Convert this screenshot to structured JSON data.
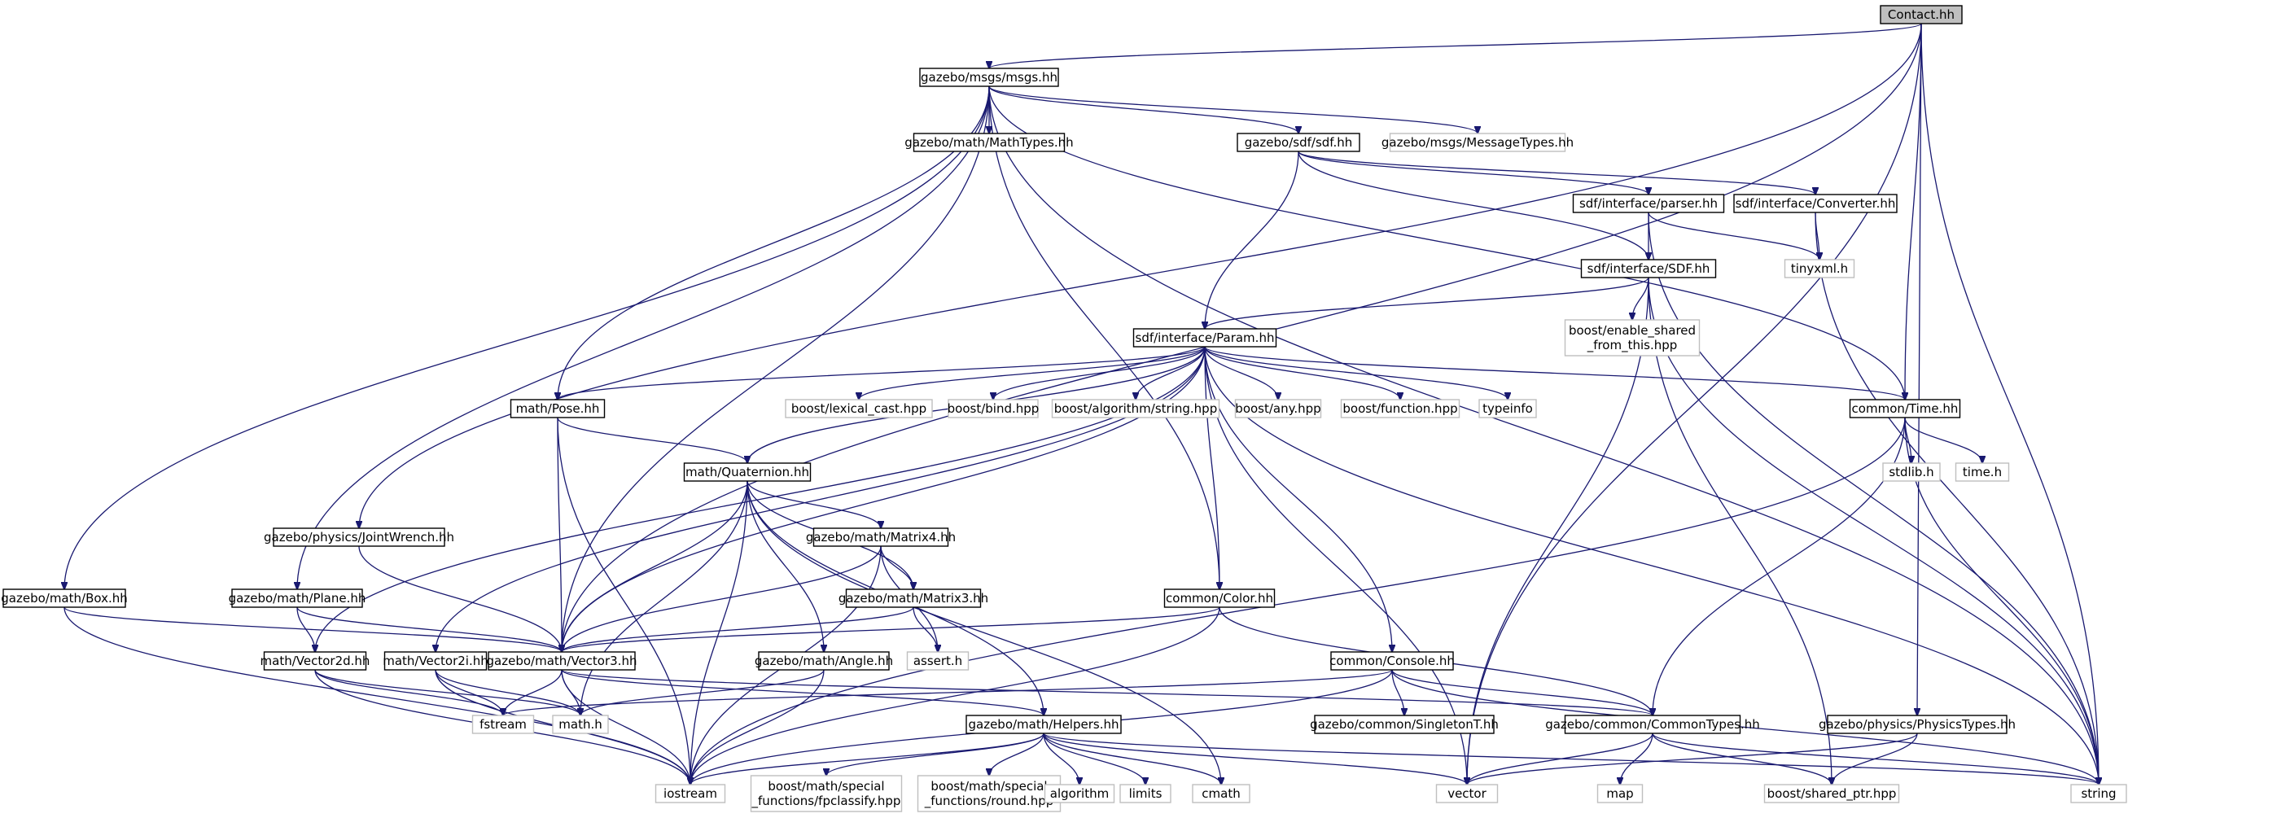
{
  "colors": {
    "edge": "#191970",
    "node_border": "#000000",
    "external_border": "#bfbfbf",
    "root_fill": "#bfbfbf",
    "node_fill": "#ffffff",
    "text": "#000000"
  },
  "nodes": [
    {
      "id": "contact",
      "kind": "root",
      "lines": [
        "Contact.hh"
      ]
    },
    {
      "id": "msgs",
      "kind": "local",
      "lines": [
        "gazebo/msgs/msgs.hh"
      ]
    },
    {
      "id": "mathtypes",
      "kind": "local",
      "lines": [
        "gazebo/math/MathTypes.hh"
      ]
    },
    {
      "id": "sdfsdf",
      "kind": "local",
      "lines": [
        "gazebo/sdf/sdf.hh"
      ]
    },
    {
      "id": "messagetypes",
      "kind": "external",
      "lines": [
        "gazebo/msgs/MessageTypes.hh"
      ]
    },
    {
      "id": "parser",
      "kind": "local",
      "lines": [
        "sdf/interface/parser.hh"
      ]
    },
    {
      "id": "converter",
      "kind": "local",
      "lines": [
        "sdf/interface/Converter.hh"
      ]
    },
    {
      "id": "sdfh",
      "kind": "local",
      "lines": [
        "sdf/interface/SDF.hh"
      ]
    },
    {
      "id": "tinyxml",
      "kind": "external",
      "lines": [
        "tinyxml.h"
      ]
    },
    {
      "id": "enable_shared",
      "kind": "external",
      "lines": [
        "boost/enable_shared",
        "_from_this.hpp"
      ]
    },
    {
      "id": "param",
      "kind": "local",
      "lines": [
        "sdf/interface/Param.hh"
      ]
    },
    {
      "id": "lexical",
      "kind": "external",
      "lines": [
        "boost/lexical_cast.hpp"
      ]
    },
    {
      "id": "bind",
      "kind": "external",
      "lines": [
        "boost/bind.hpp"
      ]
    },
    {
      "id": "algstring",
      "kind": "external",
      "lines": [
        "boost/algorithm/string.hpp"
      ]
    },
    {
      "id": "any",
      "kind": "external",
      "lines": [
        "boost/any.hpp"
      ]
    },
    {
      "id": "function",
      "kind": "external",
      "lines": [
        "boost/function.hpp"
      ]
    },
    {
      "id": "typeinfo",
      "kind": "external",
      "lines": [
        "typeinfo"
      ]
    },
    {
      "id": "time",
      "kind": "local",
      "lines": [
        "common/Time.hh"
      ]
    },
    {
      "id": "stdlib",
      "kind": "external",
      "lines": [
        "stdlib.h"
      ]
    },
    {
      "id": "timeh",
      "kind": "external",
      "lines": [
        "time.h"
      ]
    },
    {
      "id": "pose",
      "kind": "local",
      "lines": [
        "math/Pose.hh"
      ]
    },
    {
      "id": "quaternion",
      "kind": "local",
      "lines": [
        "math/Quaternion.hh"
      ]
    },
    {
      "id": "jointwrench",
      "kind": "local",
      "lines": [
        "gazebo/physics/JointWrench.hh"
      ]
    },
    {
      "id": "matrix4",
      "kind": "local",
      "lines": [
        "gazebo/math/Matrix4.hh"
      ]
    },
    {
      "id": "matrix3",
      "kind": "local",
      "lines": [
        "gazebo/math/Matrix3.hh"
      ]
    },
    {
      "id": "color",
      "kind": "local",
      "lines": [
        "common/Color.hh"
      ]
    },
    {
      "id": "box",
      "kind": "local",
      "lines": [
        "gazebo/math/Box.hh"
      ]
    },
    {
      "id": "plane",
      "kind": "local",
      "lines": [
        "gazebo/math/Plane.hh"
      ]
    },
    {
      "id": "vector3",
      "kind": "local",
      "lines": [
        "gazebo/math/Vector3.hh"
      ]
    },
    {
      "id": "vector2d",
      "kind": "local",
      "lines": [
        "math/Vector2d.hh"
      ]
    },
    {
      "id": "vector2i",
      "kind": "local",
      "lines": [
        "math/Vector2i.hh"
      ]
    },
    {
      "id": "angle",
      "kind": "local",
      "lines": [
        "gazebo/math/Angle.hh"
      ]
    },
    {
      "id": "asserth",
      "kind": "external",
      "lines": [
        "assert.h"
      ]
    },
    {
      "id": "console",
      "kind": "local",
      "lines": [
        "common/Console.hh"
      ]
    },
    {
      "id": "singleton",
      "kind": "local",
      "lines": [
        "gazebo/common/SingletonT.hh"
      ]
    },
    {
      "id": "commontypes",
      "kind": "local",
      "lines": [
        "gazebo/common/CommonTypes.hh"
      ]
    },
    {
      "id": "physicstypes",
      "kind": "local",
      "lines": [
        "gazebo/physics/PhysicsTypes.hh"
      ]
    },
    {
      "id": "fstream",
      "kind": "external",
      "lines": [
        "fstream"
      ]
    },
    {
      "id": "mathh",
      "kind": "external",
      "lines": [
        "math.h"
      ]
    },
    {
      "id": "helpers",
      "kind": "local",
      "lines": [
        "gazebo/math/Helpers.hh"
      ]
    },
    {
      "id": "iostream",
      "kind": "external",
      "lines": [
        "iostream"
      ]
    },
    {
      "id": "fpclassify",
      "kind": "external",
      "lines": [
        "boost/math/special",
        "_functions/fpclassify.hpp"
      ]
    },
    {
      "id": "round",
      "kind": "external",
      "lines": [
        "boost/math/special",
        "_functions/round.hpp"
      ]
    },
    {
      "id": "algorithm",
      "kind": "external",
      "lines": [
        "algorithm"
      ]
    },
    {
      "id": "limits",
      "kind": "external",
      "lines": [
        "limits"
      ]
    },
    {
      "id": "cmath",
      "kind": "external",
      "lines": [
        "cmath"
      ]
    },
    {
      "id": "vector",
      "kind": "external",
      "lines": [
        "vector"
      ]
    },
    {
      "id": "map",
      "kind": "external",
      "lines": [
        "map"
      ]
    },
    {
      "id": "sharedptr",
      "kind": "external",
      "lines": [
        "boost/shared_ptr.hpp"
      ]
    },
    {
      "id": "string",
      "kind": "external",
      "lines": [
        "string"
      ]
    }
  ],
  "edges": [
    [
      "contact",
      "msgs"
    ],
    [
      "contact",
      "jointwrench"
    ],
    [
      "contact",
      "vector3"
    ],
    [
      "contact",
      "time"
    ],
    [
      "contact",
      "vector"
    ],
    [
      "contact",
      "physicstypes"
    ],
    [
      "contact",
      "string"
    ],
    [
      "msgs",
      "mathtypes"
    ],
    [
      "msgs",
      "sdfsdf"
    ],
    [
      "msgs",
      "messagetypes"
    ],
    [
      "msgs",
      "string"
    ],
    [
      "msgs",
      "time"
    ],
    [
      "msgs",
      "pose"
    ],
    [
      "msgs",
      "vector3"
    ],
    [
      "msgs",
      "box"
    ],
    [
      "msgs",
      "plane"
    ],
    [
      "msgs",
      "color"
    ],
    [
      "sdfsdf",
      "parser"
    ],
    [
      "sdfsdf",
      "converter"
    ],
    [
      "sdfsdf",
      "sdfh"
    ],
    [
      "sdfsdf",
      "param"
    ],
    [
      "parser",
      "sdfh"
    ],
    [
      "parser",
      "tinyxml"
    ],
    [
      "parser",
      "string"
    ],
    [
      "converter",
      "tinyxml"
    ],
    [
      "converter",
      "string"
    ],
    [
      "sdfh",
      "enable_shared"
    ],
    [
      "sdfh",
      "param"
    ],
    [
      "sdfh",
      "vector"
    ],
    [
      "sdfh",
      "sharedptr"
    ],
    [
      "sdfh",
      "string"
    ],
    [
      "param",
      "lexical"
    ],
    [
      "param",
      "bind"
    ],
    [
      "param",
      "algstring"
    ],
    [
      "param",
      "any"
    ],
    [
      "param",
      "function"
    ],
    [
      "param",
      "typeinfo"
    ],
    [
      "param",
      "time"
    ],
    [
      "param",
      "pose"
    ],
    [
      "param",
      "quaternion"
    ],
    [
      "param",
      "vector3"
    ],
    [
      "param",
      "vector2d"
    ],
    [
      "param",
      "vector2i"
    ],
    [
      "param",
      "color"
    ],
    [
      "param",
      "console"
    ],
    [
      "param",
      "vector"
    ],
    [
      "param",
      "string"
    ],
    [
      "time",
      "stdlib"
    ],
    [
      "time",
      "timeh"
    ],
    [
      "time",
      "string"
    ],
    [
      "time",
      "iostream"
    ],
    [
      "time",
      "commontypes"
    ],
    [
      "pose",
      "quaternion"
    ],
    [
      "pose",
      "vector3"
    ],
    [
      "pose",
      "iostream"
    ],
    [
      "quaternion",
      "matrix4"
    ],
    [
      "quaternion",
      "matrix3"
    ],
    [
      "quaternion",
      "angle"
    ],
    [
      "quaternion",
      "vector3"
    ],
    [
      "quaternion",
      "mathh"
    ],
    [
      "quaternion",
      "iostream"
    ],
    [
      "quaternion",
      "helpers"
    ],
    [
      "quaternion",
      "cmath"
    ],
    [
      "jointwrench",
      "vector3"
    ],
    [
      "matrix4",
      "matrix3"
    ],
    [
      "matrix4",
      "vector3"
    ],
    [
      "matrix4",
      "asserth"
    ],
    [
      "matrix4",
      "iostream"
    ],
    [
      "matrix3",
      "vector3"
    ],
    [
      "matrix3",
      "asserth"
    ],
    [
      "color",
      "vector3"
    ],
    [
      "color",
      "commontypes"
    ],
    [
      "color",
      "iostream"
    ],
    [
      "box",
      "vector3"
    ],
    [
      "box",
      "iostream"
    ],
    [
      "plane",
      "vector3"
    ],
    [
      "plane",
      "vector2d"
    ],
    [
      "vector3",
      "fstream"
    ],
    [
      "vector3",
      "mathh"
    ],
    [
      "vector3",
      "iostream"
    ],
    [
      "vector3",
      "helpers"
    ],
    [
      "vector3",
      "commontypes"
    ],
    [
      "vector2d",
      "fstream"
    ],
    [
      "vector2d",
      "mathh"
    ],
    [
      "vector2d",
      "iostream"
    ],
    [
      "vector2i",
      "fstream"
    ],
    [
      "vector2i",
      "mathh"
    ],
    [
      "vector2i",
      "iostream"
    ],
    [
      "angle",
      "mathh"
    ],
    [
      "angle",
      "iostream"
    ],
    [
      "console",
      "singleton"
    ],
    [
      "console",
      "commontypes"
    ],
    [
      "console",
      "iostream"
    ],
    [
      "console",
      "fstream"
    ],
    [
      "console",
      "string"
    ],
    [
      "commontypes",
      "vector"
    ],
    [
      "commontypes",
      "map"
    ],
    [
      "commontypes",
      "sharedptr"
    ],
    [
      "commontypes",
      "string"
    ],
    [
      "physicstypes",
      "vector"
    ],
    [
      "physicstypes",
      "sharedptr"
    ],
    [
      "helpers",
      "fpclassify"
    ],
    [
      "helpers",
      "round"
    ],
    [
      "helpers",
      "algorithm"
    ],
    [
      "helpers",
      "limits"
    ],
    [
      "helpers",
      "cmath"
    ],
    [
      "helpers",
      "vector"
    ],
    [
      "helpers",
      "string"
    ],
    [
      "helpers",
      "iostream"
    ]
  ]
}
